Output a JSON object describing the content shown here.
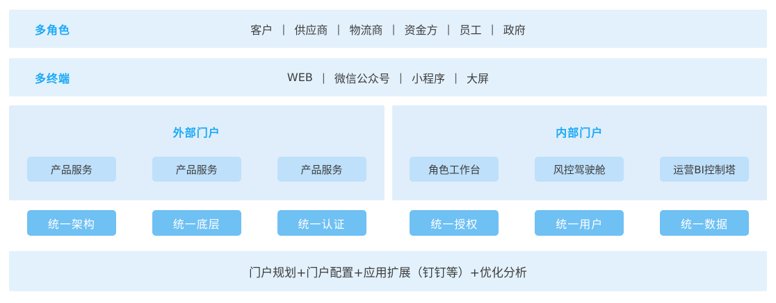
{
  "palette": {
    "band_bg": "#e3f1fc",
    "panel_bg": "#e0eefb",
    "box_bg": "#bee0fa",
    "button_bg": "#6fc0f3",
    "accent_text": "#1ba9f5",
    "body_text": "#3d3d3d",
    "button_text": "#ffffff"
  },
  "separator": "|",
  "rows": {
    "roles": {
      "label": "多角色",
      "items": [
        "客户",
        "供应商",
        "物流商",
        "资金方",
        "员工",
        "政府"
      ]
    },
    "terminals": {
      "label": "多终端",
      "items": [
        "WEB",
        "微信公众号",
        "小程序",
        "大屏"
      ]
    }
  },
  "portals": {
    "external": {
      "title": "外部门户",
      "boxes": [
        "产品服务",
        "产品服务",
        "产品服务"
      ]
    },
    "internal": {
      "title": "内部门户",
      "boxes": [
        "角色工作台",
        "风控驾驶舱",
        "运营BI控制塔"
      ]
    }
  },
  "unified_buttons": [
    "统一架构",
    "统一底层",
    "统一认证",
    "统一授权",
    "统一用户",
    "统一数据"
  ],
  "footer": {
    "text": "门户规划+门户配置+应用扩展（钉钉等）+优化分析"
  }
}
